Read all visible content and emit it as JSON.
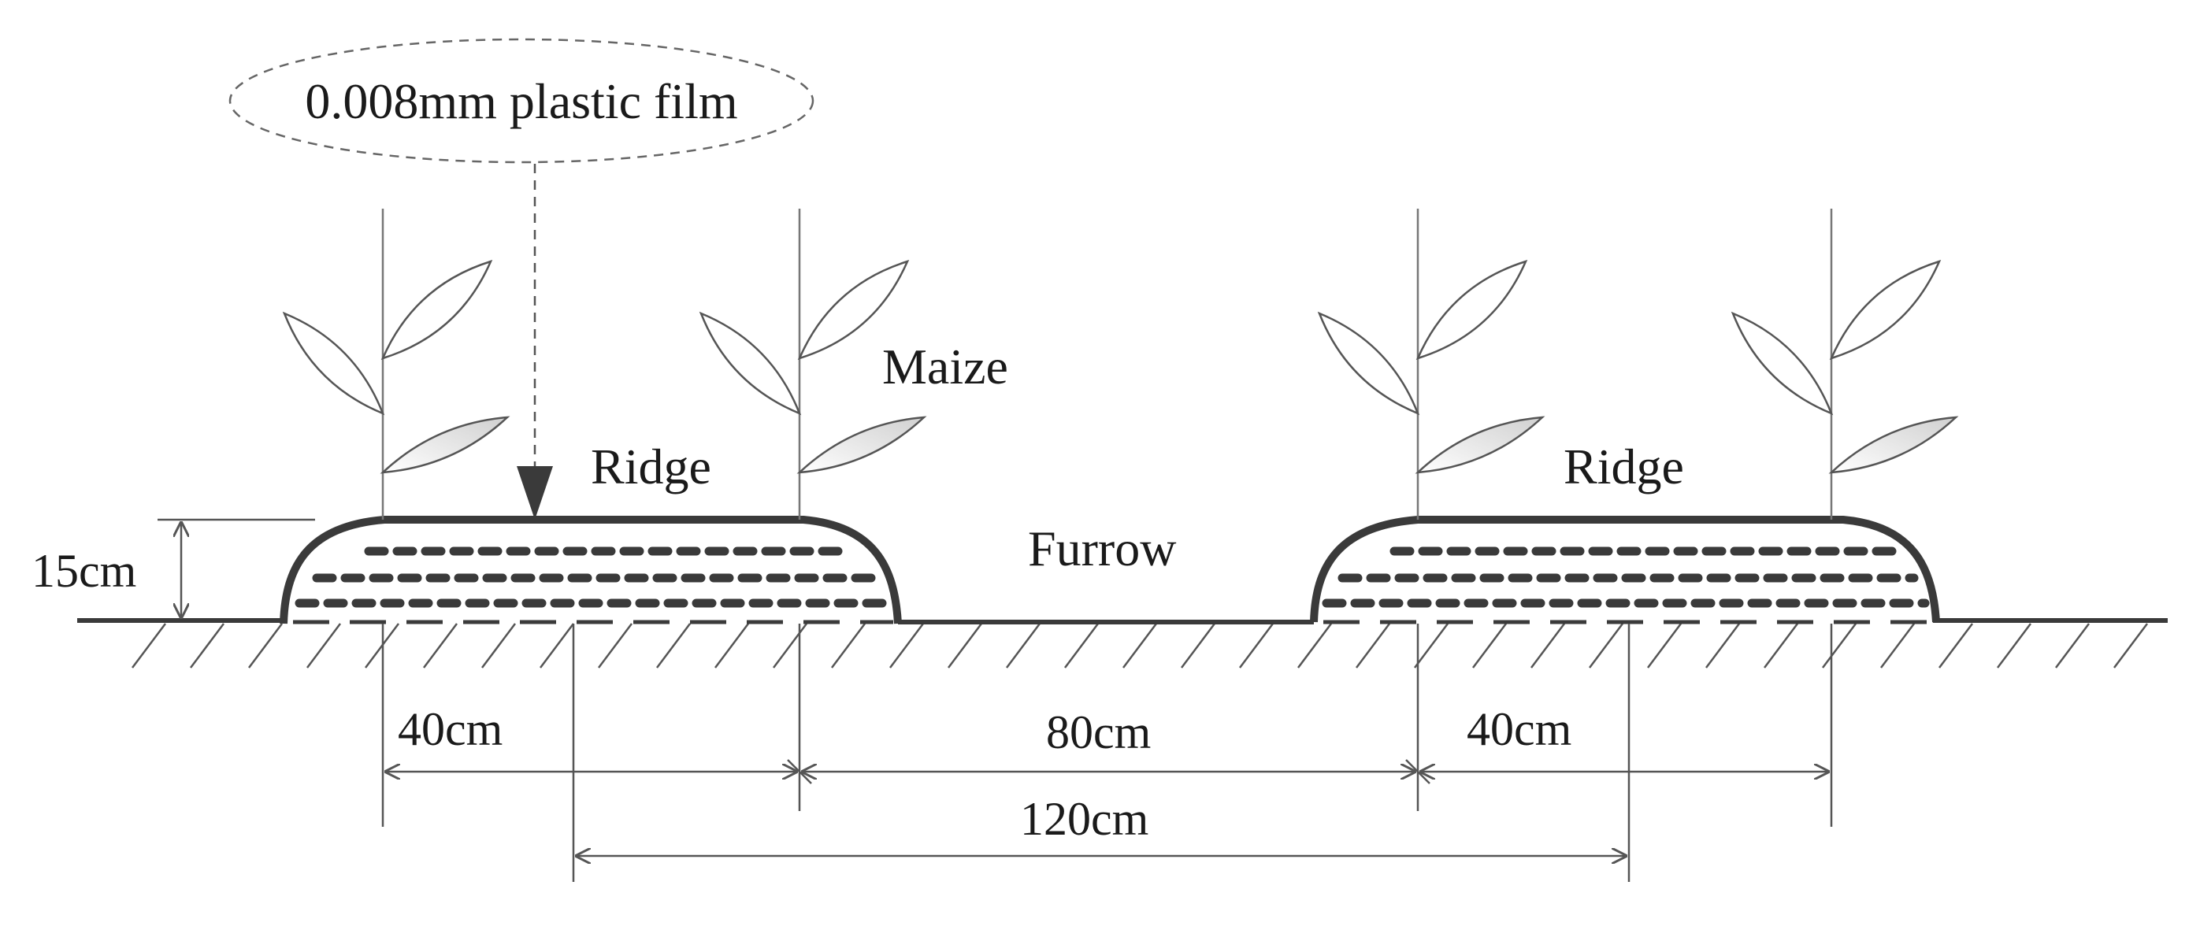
{
  "labels": {
    "film": "0.008mm plastic film",
    "maize": "Maize",
    "ridge_left": "Ridge",
    "ridge_right": "Ridge",
    "furrow": "Furrow",
    "height": "15cm",
    "width_left": "40cm",
    "width_mid": "80cm",
    "width_right": "40cm",
    "width_total": "120cm"
  },
  "colors": {
    "line": "#3a3a3a",
    "leaf_shade": "#d9d9d9"
  }
}
